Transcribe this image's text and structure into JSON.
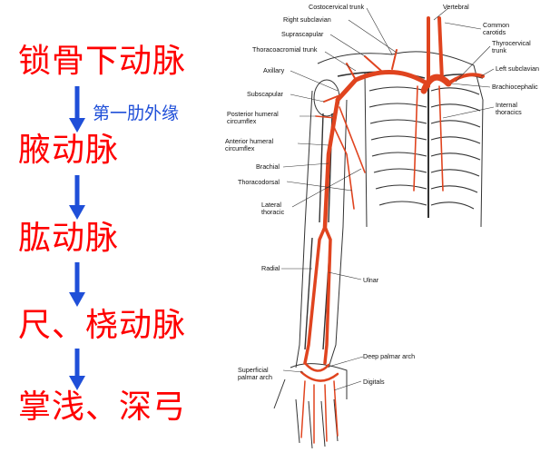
{
  "flowchart": {
    "steps": [
      {
        "label": "锁骨下动脉"
      },
      {
        "label": "腋动脉"
      },
      {
        "label": "肱动脉"
      },
      {
        "label": "尺、桡动脉"
      },
      {
        "label": "掌浅、深弓"
      }
    ],
    "edge_label": "第一肋外缘",
    "colors": {
      "step_text": "#ff0000",
      "arrow": "#1f4fd8",
      "edge_text": "#1f4fd8"
    }
  },
  "figure": {
    "labels": {
      "costocervical": "Costocervical trunk",
      "vertebral": "Vertebral",
      "right_subclavian": "Right subclavian",
      "common_carotids_1": "Common",
      "common_carotids_2": "carotids",
      "suprascapular": "Suprascapular",
      "thyrocervical_1": "Thyrocervical",
      "thyrocervical_2": "trunk",
      "thoracoacromial": "Thoracoacromial trunk",
      "left_subclavian": "Left subclavian",
      "axillary": "Axillary",
      "brachiocephalic": "Brachiocephalic",
      "subscapular": "Subscapular",
      "internal_thoracics_1": "Internal",
      "internal_thoracics_2": "thoracics",
      "post_humeral_1": "Posterior humeral",
      "post_humeral_2": "circumflex",
      "ant_humeral_1": "Anterior humeral",
      "ant_humeral_2": "circumflex",
      "brachial": "Brachial",
      "thoracodorsal": "Thoracodorsal",
      "lateral_thoracic_1": "Lateral",
      "lateral_thoracic_2": "thoracic",
      "radial": "Radial",
      "ulnar": "Ulnar",
      "deep_palmar": "Deep palmar arch",
      "superficial_palmar_1": "Superficial",
      "superficial_palmar_2": "palmar arch",
      "digitals": "Digitals"
    },
    "colors": {
      "artery": "#e0441f",
      "bone": "#333333"
    }
  }
}
